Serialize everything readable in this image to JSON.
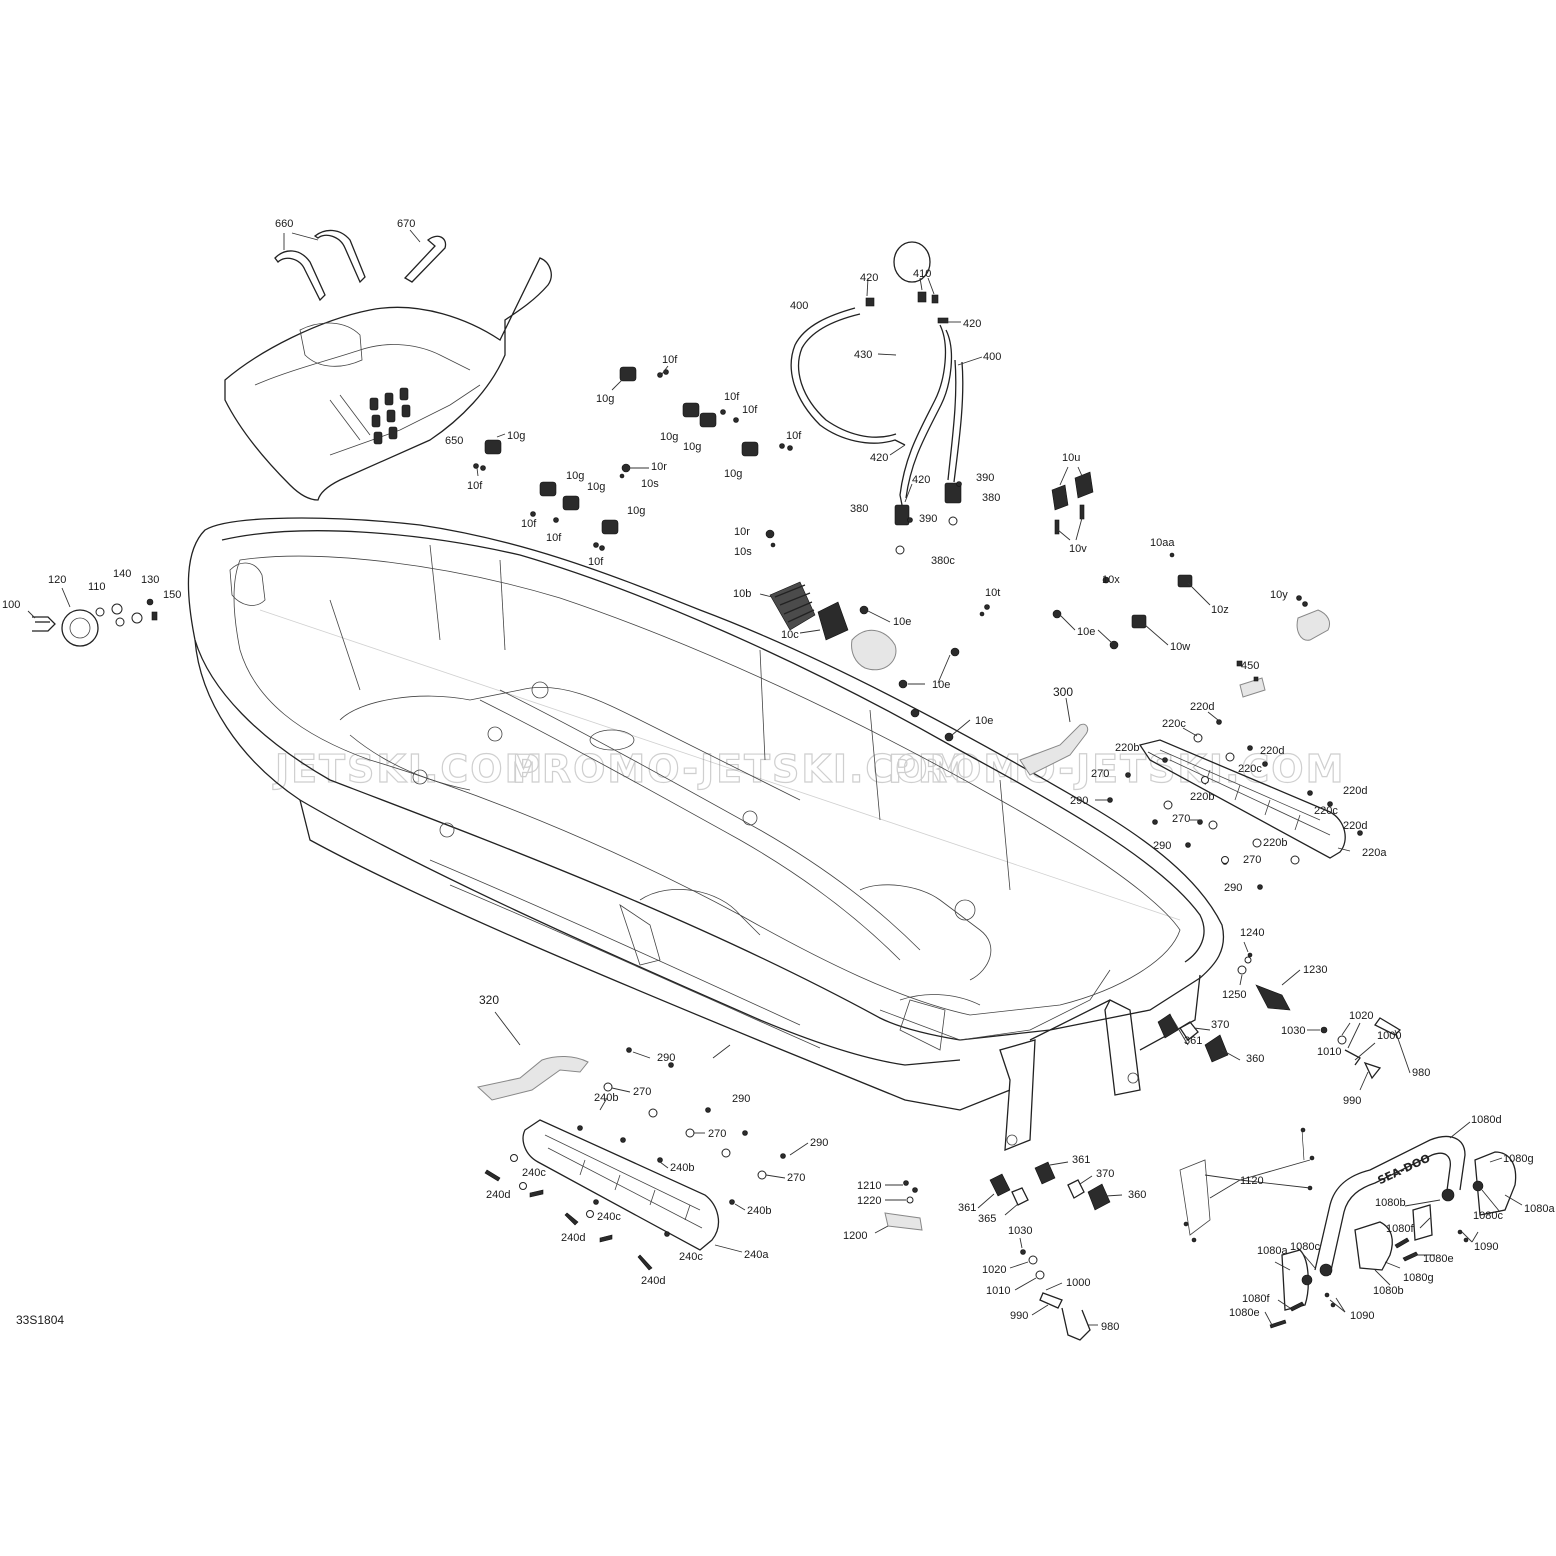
{
  "diagram": {
    "reference_code": "33S1804",
    "watermarks": [
      "JETSKI.COM",
      "PROMO-JETSKI.COM",
      "PROMO-JETSKI.COM"
    ],
    "callouts": [
      {
        "id": "660",
        "text": "660"
      },
      {
        "id": "670",
        "text": "670"
      },
      {
        "id": "650",
        "text": "650"
      },
      {
        "id": "100",
        "text": "100"
      },
      {
        "id": "120",
        "text": "120"
      },
      {
        "id": "110",
        "text": "110"
      },
      {
        "id": "140",
        "text": "140"
      },
      {
        "id": "130",
        "text": "130"
      },
      {
        "id": "150",
        "text": "150"
      },
      {
        "id": "10g-a",
        "text": "10g"
      },
      {
        "id": "10f-a",
        "text": "10f"
      },
      {
        "id": "10g-b",
        "text": "10g"
      },
      {
        "id": "10f-b",
        "text": "10f"
      },
      {
        "id": "10g-c",
        "text": "10g"
      },
      {
        "id": "10f-c",
        "text": "10f"
      },
      {
        "id": "10f-d",
        "text": "10f"
      },
      {
        "id": "10g-d",
        "text": "10g"
      },
      {
        "id": "10g-e",
        "text": "10g"
      },
      {
        "id": "10f-e",
        "text": "10f"
      },
      {
        "id": "10r-a",
        "text": "10r"
      },
      {
        "id": "10s-a",
        "text": "10s"
      },
      {
        "id": "10g-f",
        "text": "10g"
      },
      {
        "id": "10g-g",
        "text": "10g"
      },
      {
        "id": "10f-f",
        "text": "10f"
      },
      {
        "id": "10f-g",
        "text": "10f"
      },
      {
        "id": "10g-h",
        "text": "10g"
      },
      {
        "id": "10f-h",
        "text": "10f"
      },
      {
        "id": "10r-b",
        "text": "10r"
      },
      {
        "id": "10s-b",
        "text": "10s"
      },
      {
        "id": "400-a",
        "text": "400"
      },
      {
        "id": "420-a",
        "text": "420"
      },
      {
        "id": "410",
        "text": "410"
      },
      {
        "id": "420-b",
        "text": "420"
      },
      {
        "id": "430",
        "text": "430"
      },
      {
        "id": "400-b",
        "text": "400"
      },
      {
        "id": "420-c",
        "text": "420"
      },
      {
        "id": "420-d",
        "text": "420"
      },
      {
        "id": "390-a",
        "text": "390"
      },
      {
        "id": "380-a",
        "text": "380"
      },
      {
        "id": "380-b",
        "text": "380"
      },
      {
        "id": "390-b",
        "text": "390"
      },
      {
        "id": "380c",
        "text": "380c"
      },
      {
        "id": "10u",
        "text": "10u"
      },
      {
        "id": "10v",
        "text": "10v"
      },
      {
        "id": "10aa",
        "text": "10aa"
      },
      {
        "id": "10x",
        "text": "10x"
      },
      {
        "id": "10z",
        "text": "10z"
      },
      {
        "id": "10y",
        "text": "10y"
      },
      {
        "id": "10t",
        "text": "10t"
      },
      {
        "id": "10e-a",
        "text": "10e"
      },
      {
        "id": "10w",
        "text": "10w"
      },
      {
        "id": "10b",
        "text": "10b"
      },
      {
        "id": "10c",
        "text": "10c"
      },
      {
        "id": "10e-b",
        "text": "10e"
      },
      {
        "id": "10e-c",
        "text": "10e"
      },
      {
        "id": "10e-d",
        "text": "10e"
      },
      {
        "id": "450",
        "text": "450"
      },
      {
        "id": "300",
        "text": "300"
      },
      {
        "id": "220d-a",
        "text": "220d"
      },
      {
        "id": "220c-a",
        "text": "220c"
      },
      {
        "id": "220b-a",
        "text": "220b"
      },
      {
        "id": "220d-b",
        "text": "220d"
      },
      {
        "id": "220c-b",
        "text": "220c"
      },
      {
        "id": "220d-c",
        "text": "220d"
      },
      {
        "id": "270-a",
        "text": "270"
      },
      {
        "id": "220b-b",
        "text": "220b"
      },
      {
        "id": "290-a",
        "text": "290"
      },
      {
        "id": "220c-c",
        "text": "220c"
      },
      {
        "id": "220d-d",
        "text": "220d"
      },
      {
        "id": "270-b",
        "text": "270"
      },
      {
        "id": "290-b",
        "text": "290"
      },
      {
        "id": "220b-c",
        "text": "220b"
      },
      {
        "id": "270-c",
        "text": "270"
      },
      {
        "id": "220a",
        "text": "220a"
      },
      {
        "id": "290-c",
        "text": "290"
      },
      {
        "id": "1240",
        "text": "1240"
      },
      {
        "id": "1230",
        "text": "1230"
      },
      {
        "id": "1250",
        "text": "1250"
      },
      {
        "id": "1020-a",
        "text": "1020"
      },
      {
        "id": "1030-a",
        "text": "1030"
      },
      {
        "id": "1000-a",
        "text": "1000"
      },
      {
        "id": "1010-a",
        "text": "1010"
      },
      {
        "id": "980-a",
        "text": "980"
      },
      {
        "id": "990-a",
        "text": "990"
      },
      {
        "id": "320",
        "text": "320"
      },
      {
        "id": "290-d",
        "text": "290"
      },
      {
        "id": "270-d",
        "text": "270"
      },
      {
        "id": "290-e",
        "text": "290"
      },
      {
        "id": "240b-a",
        "text": "240b"
      },
      {
        "id": "270-e",
        "text": "270"
      },
      {
        "id": "290-f",
        "text": "290"
      },
      {
        "id": "240b-b",
        "text": "240b"
      },
      {
        "id": "270-f",
        "text": "270"
      },
      {
        "id": "240c-a",
        "text": "240c"
      },
      {
        "id": "240d-a",
        "text": "240d"
      },
      {
        "id": "240b-c",
        "text": "240b"
      },
      {
        "id": "240c-b",
        "text": "240c"
      },
      {
        "id": "240d-b",
        "text": "240d"
      },
      {
        "id": "240c-c",
        "text": "240c"
      },
      {
        "id": "240a",
        "text": "240a"
      },
      {
        "id": "240d-c",
        "text": "240d"
      },
      {
        "id": "361-a",
        "text": "361"
      },
      {
        "id": "370-a",
        "text": "370"
      },
      {
        "id": "360-a",
        "text": "360"
      },
      {
        "id": "361-b",
        "text": "361"
      },
      {
        "id": "370-b",
        "text": "370"
      },
      {
        "id": "360-b",
        "text": "360"
      },
      {
        "id": "361-c",
        "text": "361"
      },
      {
        "id": "365",
        "text": "365"
      },
      {
        "id": "1210",
        "text": "1210"
      },
      {
        "id": "1220",
        "text": "1220"
      },
      {
        "id": "1200",
        "text": "1200"
      },
      {
        "id": "1030-b",
        "text": "1030"
      },
      {
        "id": "1020-b",
        "text": "1020"
      },
      {
        "id": "1010-b",
        "text": "1010"
      },
      {
        "id": "1000-b",
        "text": "1000"
      },
      {
        "id": "990-b",
        "text": "990"
      },
      {
        "id": "980-b",
        "text": "980"
      },
      {
        "id": "1120",
        "text": "1120"
      },
      {
        "id": "1080d",
        "text": "1080d"
      },
      {
        "id": "1080g-a",
        "text": "1080g"
      },
      {
        "id": "1080a-a",
        "text": "1080a"
      },
      {
        "id": "1080c-a",
        "text": "1080c"
      },
      {
        "id": "1080b-a",
        "text": "1080b"
      },
      {
        "id": "1080f-a",
        "text": "1080f"
      },
      {
        "id": "1080e-a",
        "text": "1080e"
      },
      {
        "id": "1090-a",
        "text": "1090"
      },
      {
        "id": "1080g-b",
        "text": "1080g"
      },
      {
        "id": "1080a-b",
        "text": "1080a"
      },
      {
        "id": "1080c-b",
        "text": "1080c"
      },
      {
        "id": "1080b-b",
        "text": "1080b"
      },
      {
        "id": "1080f-b",
        "text": "1080f"
      },
      {
        "id": "1080e-b",
        "text": "1080e"
      },
      {
        "id": "1090-b",
        "text": "1090"
      }
    ],
    "handle_brand": "SEA-DOO"
  }
}
